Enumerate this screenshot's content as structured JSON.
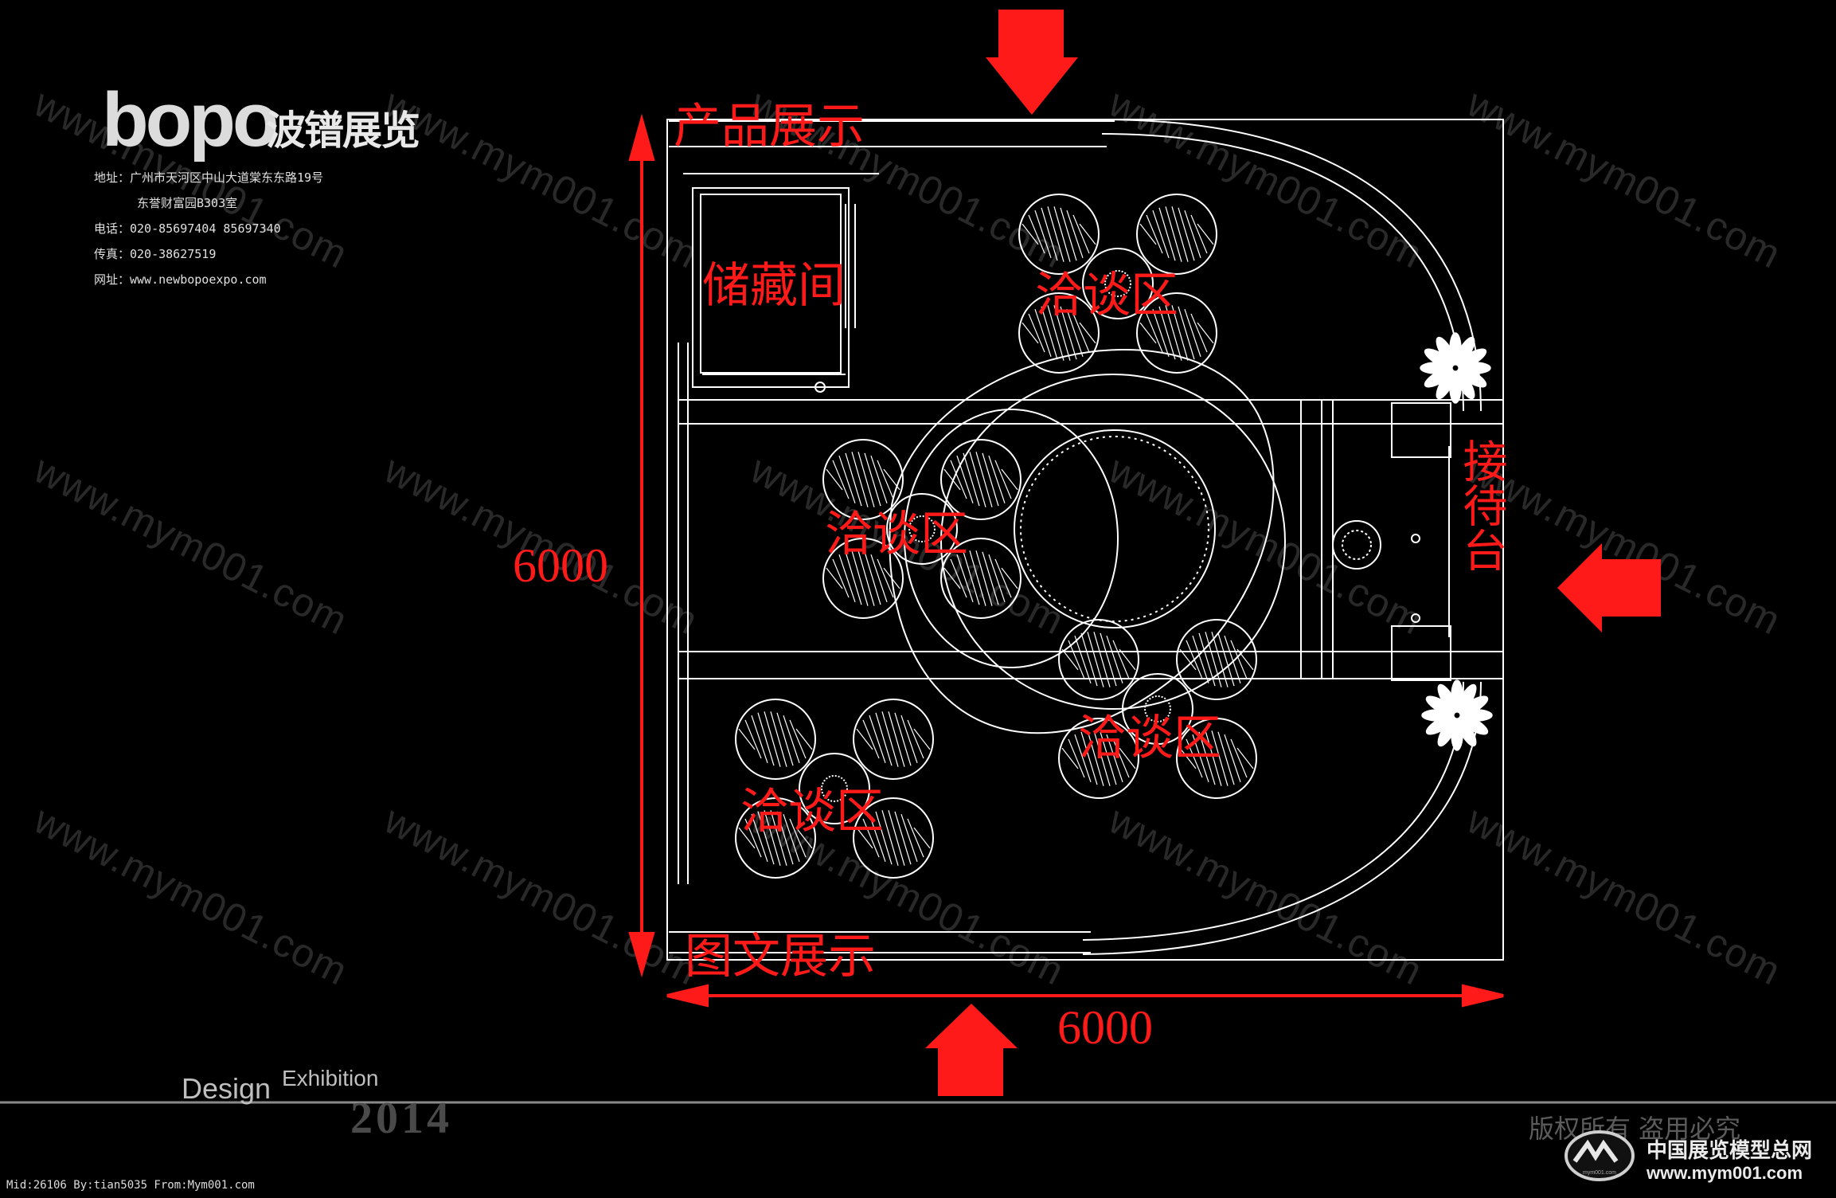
{
  "branding": {
    "logo_latin": "bopo",
    "logo_cn": "波镨展览",
    "address_line1": "地址：广州市天河区中山大道棠东东路19号",
    "address_line2": "东誉财富园B303室",
    "phone": "电话：020-85697404  85697340",
    "fax": "传真：020-38627519",
    "website": "网址：www.newbopoexpo.com"
  },
  "watermark": "www.mym001.com",
  "zones": {
    "product_display": "产品展示",
    "storage_room": "储藏间",
    "negotiation_1": "洽谈区",
    "negotiation_2": "洽谈区",
    "negotiation_3": "洽谈区",
    "negotiation_4": "洽谈区",
    "reception_desk": "接待台",
    "graphic_display": "图文展示"
  },
  "dimensions": {
    "height": "6000",
    "width": "6000"
  },
  "footer": {
    "design": "Design",
    "exhibition": "Exhibition",
    "year": "2014",
    "meta": "Mid:26106 By:tian5035 From:Mym001.com",
    "copyright": "版权所有  盗用必究",
    "site_cn": "中国展览模型总网",
    "site_url": "www.mym001.com",
    "badge": "mym001.com"
  },
  "colors": {
    "background": "#000000",
    "linework": "#ffffff",
    "annotation": "#ff1a1a",
    "logo_accent": "#f39c12"
  }
}
